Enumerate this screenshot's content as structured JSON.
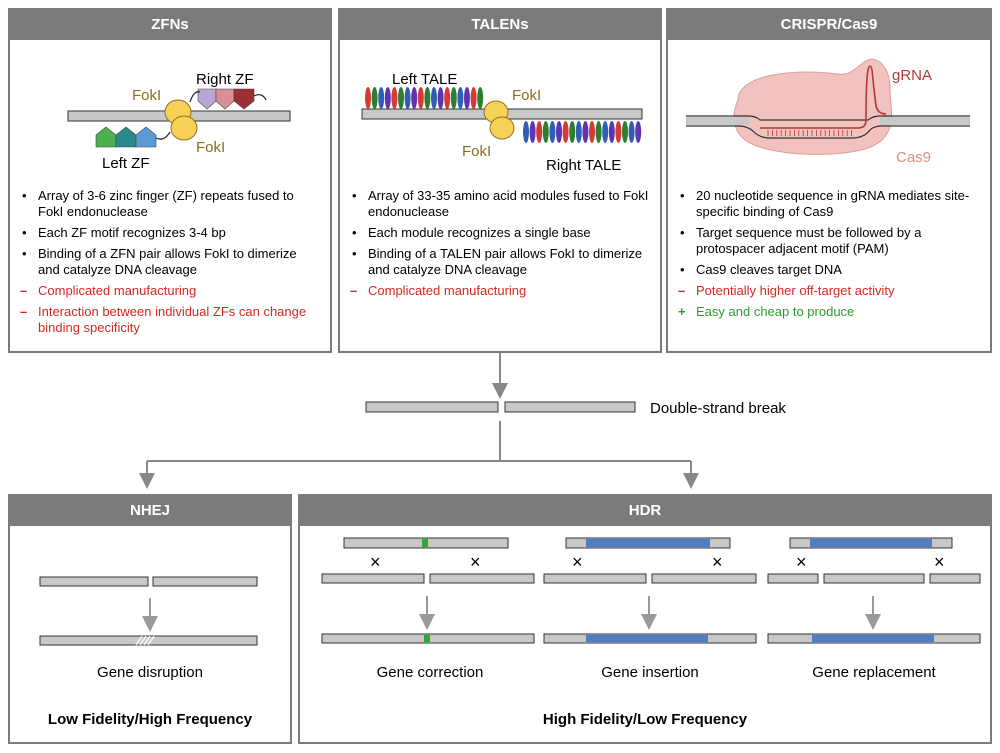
{
  "panels": {
    "zfn": {
      "title": "ZFNs",
      "labels": {
        "fok_top": "FokI",
        "fok_bottom": "FokI",
        "right": "Right ZF",
        "left": "Left ZF"
      },
      "bullets": [
        "Array of 3-6 zinc finger (ZF) repeats fused to FokI endonuclease",
        "Each ZF motif recognizes 3-4 bp",
        "Binding of a ZFN pair allows FokI to dimerize and catalyze DNA cleavage"
      ],
      "cons": [
        "Complicated manufacturing",
        "Interaction between individual ZFs can change binding specificity"
      ]
    },
    "talen": {
      "title": "TALENs",
      "labels": {
        "left": "Left TALE",
        "fok_top": "FokI",
        "fok_bottom": "FokI",
        "right": "Right TALE"
      },
      "bullets": [
        "Array of 33-35 amino acid modules fused to FokI endonuclease",
        "Each module recognizes a single base",
        "Binding of a TALEN pair allows FokI to dimerize and catalyze DNA cleavage"
      ],
      "cons": [
        "Complicated manufacturing"
      ]
    },
    "crispr": {
      "title": "CRISPR/Cas9",
      "labels": {
        "grna": "gRNA",
        "cas9": "Cas9"
      },
      "bullets": [
        "20 nucleotide sequence in gRNA mediates site-specific binding of Cas9",
        "Target sequence must be followed by a protospacer adjacent motif (PAM)",
        "Cas9 cleaves target DNA"
      ],
      "cons": [
        "Potentially higher off-target activity"
      ],
      "pros": [
        "Easy and cheap to produce"
      ]
    }
  },
  "dsb_label": "Double-strand break",
  "nhej": {
    "title": "NHEJ",
    "outcome": "Gene disruption",
    "footer": "Low Fidelity/High Frequency"
  },
  "hdr": {
    "title": "HDR",
    "outcomes": [
      "Gene correction",
      "Gene insertion",
      "Gene replacement"
    ],
    "footer": "High Fidelity/Low Frequency"
  },
  "colors": {
    "header_gray": "#7b7b7b",
    "dna_gray": "#c8c8c8",
    "fok_yellow": "#f6d155",
    "fok_label": "#8b6d1e",
    "con_red": "#d42a1f",
    "pro_green": "#2f9b2f",
    "insert_blue": "#4f7fc2",
    "correction_green": "#2eaa2e",
    "cas9_pink": "#f2c2bf",
    "grna_red": "#b03a36"
  }
}
